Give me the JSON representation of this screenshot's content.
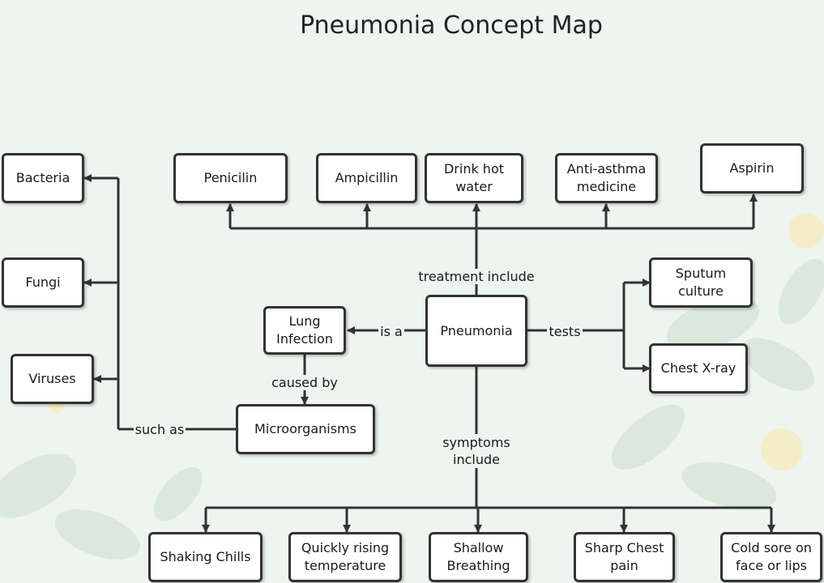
{
  "title": "Pneumonia Concept Map",
  "colors": {
    "line": "#333333",
    "box_border": "#333333",
    "background": "#eef5f0",
    "leaf": "#cfe0cf",
    "flower": "#f7ecbd"
  },
  "nodes": {
    "pneumonia": "Pneumonia",
    "lung_infection": "Lung Infection",
    "microorganisms": "Microorganisms",
    "bacteria": "Bacteria",
    "fungi": "Fungi",
    "viruses": "Viruses",
    "penicilin": "Penicilin",
    "ampicillin": "Ampicillin",
    "drink_hot_water": "Drink hot water",
    "anti_asthma": "Anti-asthma medicine",
    "aspirin": "Aspirin",
    "sputum_culture": "Sputum culture",
    "chest_xray": "Chest X-ray",
    "shaking_chills": "Shaking Chills",
    "rising_temp": "Quickly rising temperature",
    "shallow_breathing": "Shallow Breathing",
    "sharp_chest_pain": "Sharp Chest pain",
    "cold_sore": "Cold sore on face or lips"
  },
  "labels": {
    "treatment": "treatment include",
    "is_a": "is a",
    "tests": "tests",
    "caused_by": "caused by",
    "such_as": "such as",
    "symptoms": "symptoms include"
  }
}
